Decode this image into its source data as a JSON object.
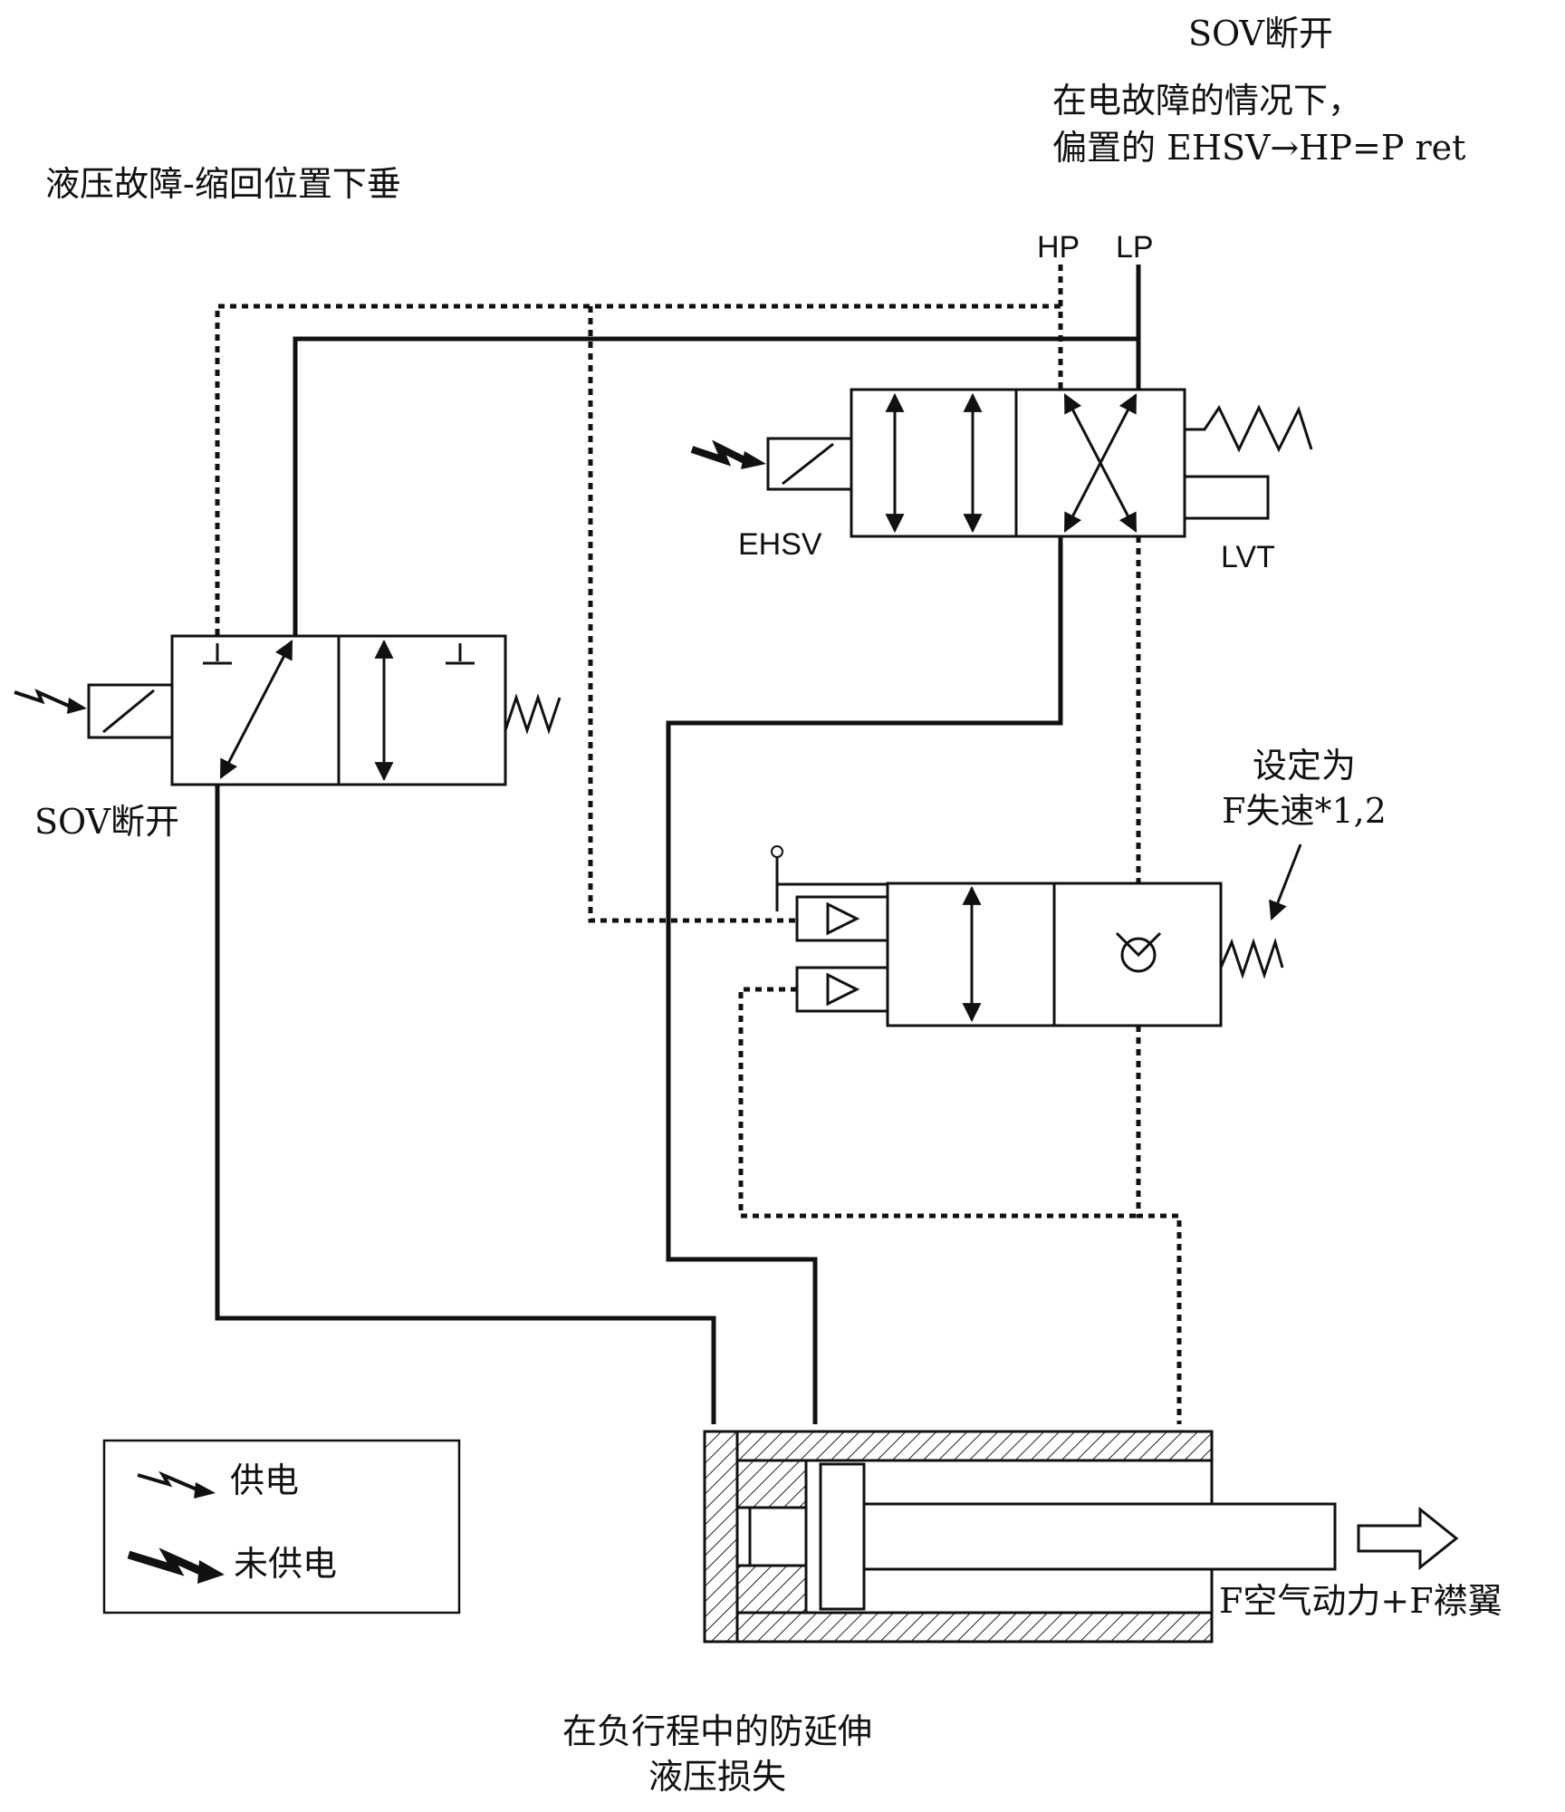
{
  "annotations": {
    "title_left": "液压故障-缩回位置下垂",
    "sov_top": "SOV断开",
    "elec_fail_line1": "在电故障的情况下，",
    "elec_fail_line2": "偏置的 EHSV→HP=P ret",
    "sov_left_label": "SOV断开",
    "set_line1": "设定为",
    "set_line2": "F失速*1,2",
    "force_label": "F空气动力+F襟翼",
    "bottom_line1": "在负行程中的防延伸",
    "bottom_line2": "液压损失"
  },
  "ports": {
    "hp": "HP",
    "lp": "LP"
  },
  "components": {
    "ehsv": "EHSV",
    "lvt": "LVT"
  },
  "legend": {
    "powered": "供电",
    "unpowered": "未供电"
  },
  "styles": {
    "line_color": "#111111",
    "hatch_color": "#222222",
    "background": "#ffffff"
  }
}
